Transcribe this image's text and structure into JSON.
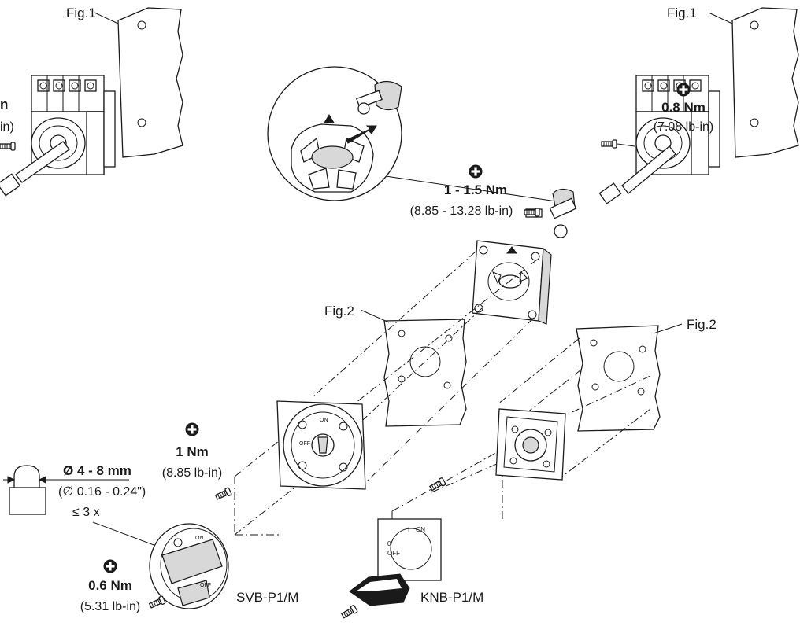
{
  "fig_labels": {
    "fig1_left": "Fig.1",
    "fig1_right": "Fig.1",
    "fig2_left": "Fig.2",
    "fig2_right": "Fig.2"
  },
  "torques": {
    "left_cut_top": "n",
    "left_cut_bottom": "in)",
    "right_nm": "0.8 Nm",
    "right_lbin": "(7.08 lb-in)",
    "coupling_nm": "1 - 1.5 Nm",
    "coupling_lbin": "(8.85 - 13.28 lb-in)",
    "svb_mount_nm": "1 Nm",
    "svb_mount_lbin": "(8.85 lb-in)",
    "handle_nm": "0.6 Nm",
    "handle_lbin": "(5.31 lb-in)"
  },
  "padlock": {
    "diameter_mm": "Ø 4 - 8 mm",
    "diameter_in": "(∅ 0.16 - 0.24\")",
    "count": "≤ 3 x"
  },
  "models": {
    "left": "SVB-P1/M",
    "right": "KNB-P1/M"
  },
  "switch_markings": {
    "on": "ON",
    "on_roman": "I",
    "off": "OFF",
    "off_zero": "0"
  },
  "icons": [
    "phillips-screwdriver-icon",
    "padlock-icon",
    "screw-icon",
    "arrow-icon"
  ]
}
